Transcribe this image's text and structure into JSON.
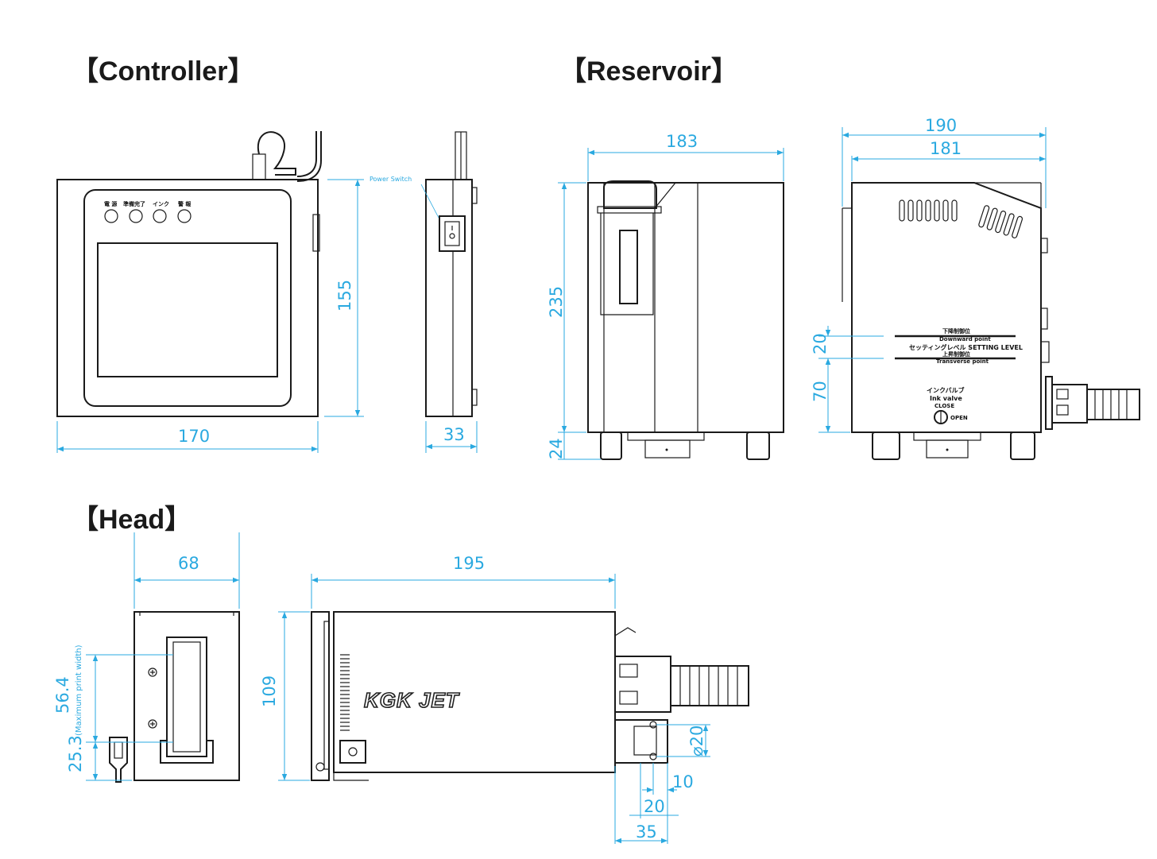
{
  "sections": {
    "controller": "【Controller】",
    "reservoir": "【Reservoir】",
    "head": "【Head】"
  },
  "controller": {
    "indicator_labels": [
      "電 源",
      "準備完了",
      "インク",
      "警 報"
    ],
    "power_switch_label": "Power Switch",
    "dim_width": "170",
    "dim_height": "155",
    "dim_depth": "33"
  },
  "reservoir": {
    "dim_front_width": "183",
    "dim_front_height": "235",
    "dim_foot": "24",
    "dim_side_width_overall": "190",
    "dim_side_width_body": "181",
    "dim_level_gap": "20",
    "dim_level_height": "70",
    "level_upper_jp": "下降制御位",
    "level_upper_en": "Downward point",
    "level_setting": "セッティングレベル SETTING LEVEL",
    "level_lower_jp": "上昇制御位",
    "level_lower_en": "Transverse point",
    "valve_jp": "インクバルブ",
    "valve_en": "Ink valve",
    "valve_close": "CLOSE",
    "valve_open": "OPEN"
  },
  "head": {
    "dim_front_width": "68",
    "dim_print_width": "56.4",
    "dim_print_note": "(Maximum print width)",
    "dim_offset": "25.3",
    "dim_side_length": "195",
    "dim_side_height": "109",
    "dim_diameter": "⌀20",
    "dim_10": "10",
    "dim_20": "20",
    "dim_35": "35",
    "logo": "KGK JET"
  },
  "colors": {
    "dimension": "#2aa9e0",
    "outline": "#1a1a1a"
  }
}
